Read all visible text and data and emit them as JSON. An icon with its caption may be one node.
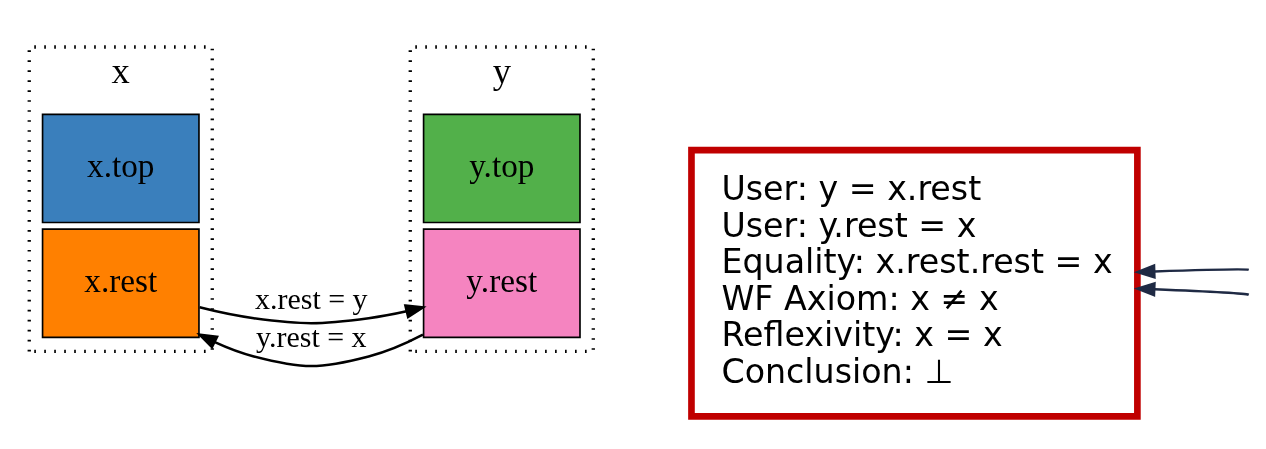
{
  "diagram": {
    "nodes": [
      {
        "text": [
          "x"
        ]
      },
      {
        "text": [
          "x.top"
        ],
        "in": 0
      },
      {
        "text": [
          "x.rest"
        ],
        "in": 0
      },
      {
        "text": [
          "y"
        ]
      },
      {
        "text": [
          "y.top"
        ],
        "in": 3
      },
      {
        "text": [
          "y.rest"
        ],
        "in": 3
      },
      {
        "text": [
          "User: y = x.rest",
          "User: y.rest = x",
          "Equality: x.rest.rest = x",
          "WF Axiom: x ≠ x",
          "Reflexivity: x = x",
          "Conclusion: ⊥"
        ]
      }
    ],
    "edges": [
      {
        "from": 2,
        "to": 5,
        "arrow": "to",
        "label": "x.rest = y"
      },
      {
        "from": 5,
        "to": 2,
        "arrow": "to",
        "label": "y.rest = x"
      },
      {
        "from": null,
        "to": 6,
        "arrow": "to",
        "color": "#1f2a44"
      },
      {
        "from": null,
        "to": 6,
        "arrow": "to",
        "color": "#1f2a44"
      }
    ]
  }
}
